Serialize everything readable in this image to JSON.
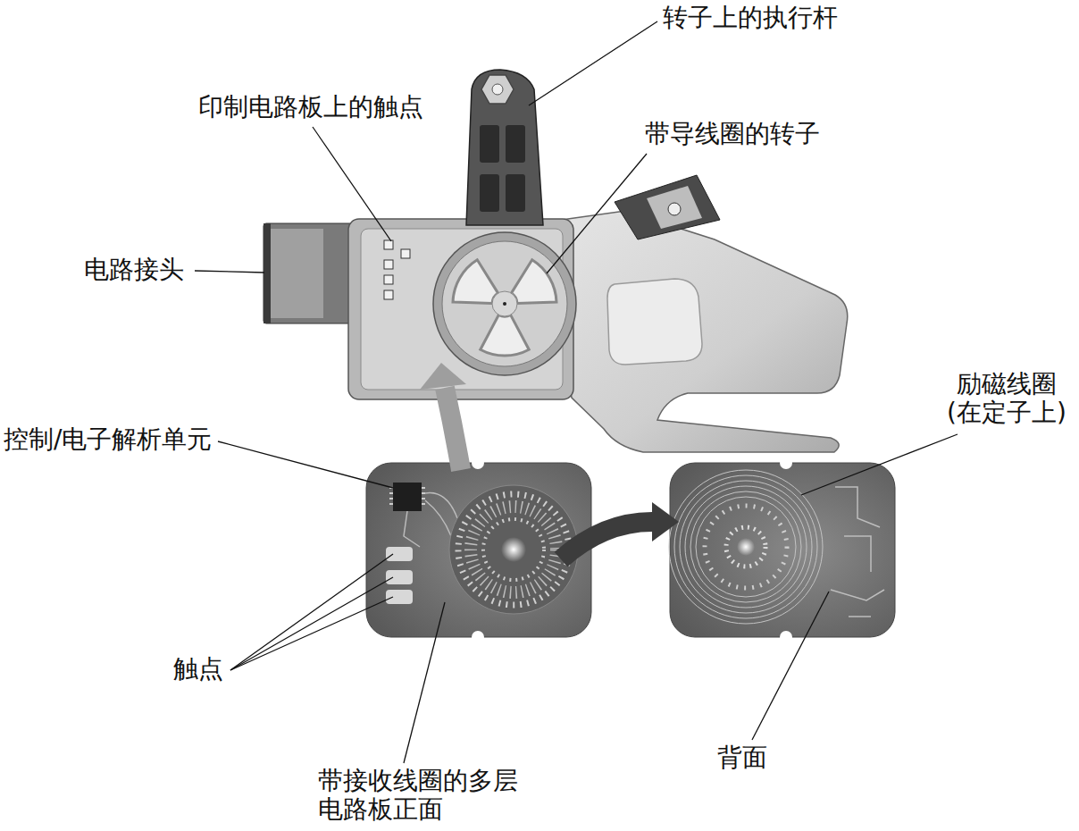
{
  "diagram": {
    "labels": [
      "转子上的执行杆",
      "印制电路板上的触点",
      "带导线圈的转子",
      "电路接头",
      "励磁线圈 (在定子上)",
      "控制/电子解析单元",
      "触点",
      "带接收线圈的多层 电路板正面",
      "背面"
    ]
  }
}
